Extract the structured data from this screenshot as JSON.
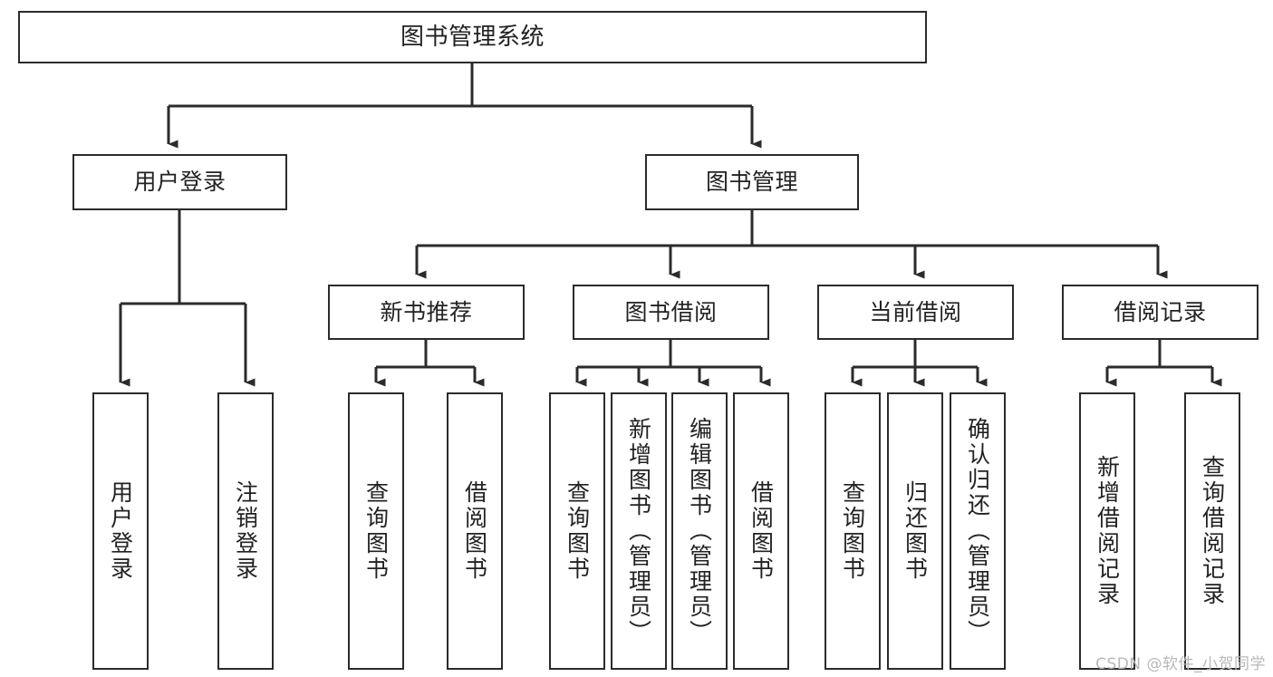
{
  "diagram": {
    "title": "图书管理系统",
    "type": "tree-hierarchy",
    "watermark": "CSDN @软件_小贺同学",
    "colors": {
      "background": "#ffffff",
      "box_border": "#2b2b2b",
      "box_fill": "#ffffff",
      "text": "#222222",
      "connector": "#2b2b2b",
      "watermark": "#b8b8b8"
    },
    "nodes": {
      "root": {
        "label": "图书管理系统"
      },
      "level2": [
        {
          "label": "用户登录"
        },
        {
          "label": "图书管理"
        }
      ],
      "level3": [
        {
          "label": "新书推荐"
        },
        {
          "label": "图书借阅"
        },
        {
          "label": "当前借阅"
        },
        {
          "label": "借阅记录"
        }
      ],
      "leaves": {
        "user_login": [
          {
            "label": "用户登录"
          },
          {
            "label": "注销登录"
          }
        ],
        "new_book": [
          {
            "label": "查询图书"
          },
          {
            "label": "借阅图书"
          }
        ],
        "book_borrow": [
          {
            "label": "查询图书"
          },
          {
            "label": "新增图书（管理员）"
          },
          {
            "label": "编辑图书（管理员）"
          },
          {
            "label": "借阅图书"
          }
        ],
        "current_borrow": [
          {
            "label": "查询图书"
          },
          {
            "label": "归还图书"
          },
          {
            "label": "确认归还（管理员）"
          }
        ],
        "borrow_record": [
          {
            "label": "新增借阅记录"
          },
          {
            "label": "查询借阅记录"
          }
        ]
      }
    }
  }
}
